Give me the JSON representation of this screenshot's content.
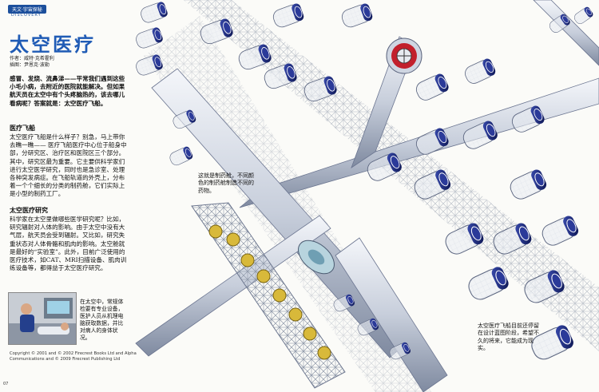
{
  "header": {
    "kicker": "天文·宇宙探秘",
    "kicker_sub": "DISCOVERY",
    "title": "太空医疗"
  },
  "byline": {
    "line1": "作者：威特·克希霍利",
    "line2": "插图：尹恩克·波勒"
  },
  "lead": "感冒、发烧、流鼻涕——平常我们遇到这些小毛小病，去附近的医院就能解决。但如果航天员在太空中有个头疼脑热的，该去哪儿看病呢？答案就是：太空医疗飞船。",
  "sections": [
    {
      "heading": "医疗飞船",
      "text": "太空医疗飞船是什么样子？别急，马上带你去瞧一瞧—— 医疗飞船医疗中心位于船身中部，分研究区、治疗区和医院区三个部分。其中，研究区最为重要。它主要供科学家们进行太空医学研究，同时也是急诊室、处理各种突发病症。在飞船轨道的外壳上，分布着一个个细长的分类的制药舱，它们实际上是小型的制药工厂。"
    },
    {
      "heading": "太空医疗研究",
      "text": "科学家在太空里做哪些医学研究呢？比如，研究辐射对人体的影响。由于太空中没有大气层，航天员会受到辐射。又比如，研究失重状态对人体骨骼和肌肉的影响。太空舱就是最好的“实验室”。此外，目前广泛使用的医疗技术，如CAT、MRI扫描设备、肌肉训练设备等，都得益于太空医疗研究。"
    }
  ],
  "photo_caption": "在太空中，常规体检要有专业设备，医护人员从机理电脑获取数据，并比对病人的身体状况。",
  "callout_mid": "这就是制药舱，不同颜色的制药舱制造不同的药物。",
  "callout_right": "太空医疗飞船目前还停留在设计蓝图阶段，希望不久的将来，它能成为现实。",
  "copyright": "Copyright © 2001 and © 2002 Firecrest Books Ltd and Alpha Communications and © 2009 Firecrest Publishing Ltd",
  "page_number": "07",
  "colors": {
    "title_blue": "#1f5bb5",
    "module_blue": "#1a2a7a",
    "module_white": "#e8ecf2",
    "truss_grey": "#9aa4b4",
    "gold": "#d8b93a"
  }
}
